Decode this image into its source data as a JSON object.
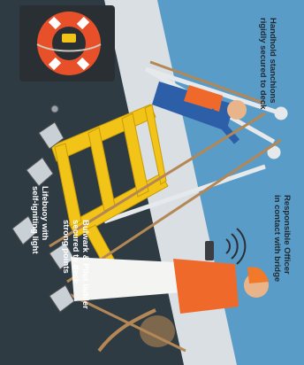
{
  "labels": {
    "lifebuoy": [
      "Lifebuoy with",
      "self-igniting light"
    ],
    "stanchions": [
      "Handhold stanchions",
      "rigidly secured to deck"
    ],
    "officer": [
      "Responsible Officer",
      "in contact with bridge"
    ],
    "ladder": [
      "Bulwark & Pilot ladder",
      "secured to deck",
      "strong points"
    ]
  },
  "colors": {
    "sky": "#5a9cc8",
    "hull": "#2f3a42",
    "deck": "#d9dfe3",
    "ladder": "#f2c418",
    "rope": "#b48755",
    "lifebuoy": "#e8502a",
    "jacket": "#ef6a2a",
    "helmet": "#f07a2a",
    "coat_blue": "#2d5ea8"
  },
  "icons": [
    "lifebuoy-icon",
    "pilot-ladder-icon",
    "deck-pad-eye-icon",
    "radio-icon",
    "radio-waves-icon",
    "crew-member-icon",
    "officer-icon"
  ]
}
